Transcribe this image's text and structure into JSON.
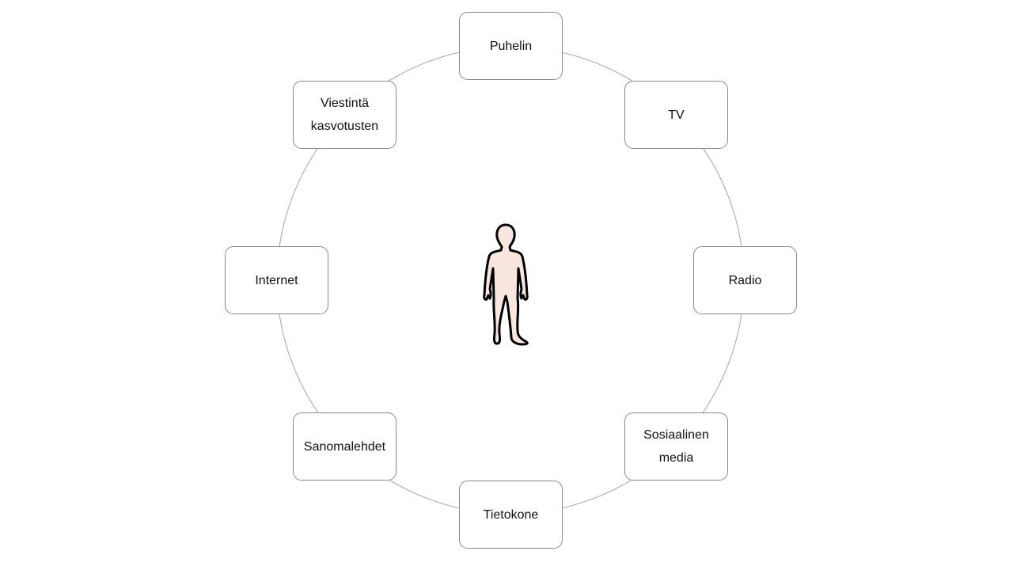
{
  "diagram": {
    "title": "Media channels around a person",
    "center_icon": "person-icon",
    "nodes": [
      {
        "id": "puhelin",
        "label": "Puhelin"
      },
      {
        "id": "tv",
        "label": "TV"
      },
      {
        "id": "radio",
        "label": "Radio"
      },
      {
        "id": "sosiaalinen-media",
        "label": "Sosiaalinen\nmedia"
      },
      {
        "id": "tietokone",
        "label": "Tietokone"
      },
      {
        "id": "sanomalehdet",
        "label": "Sanomalehdet"
      },
      {
        "id": "internet",
        "label": "Internet"
      },
      {
        "id": "viestinta-kasvotusten",
        "label": "Viestintä\nkasvotusten"
      }
    ],
    "colors": {
      "ring": "#a6a6a6",
      "border": "#8a8a8a",
      "skin": "#f8e6df"
    }
  }
}
